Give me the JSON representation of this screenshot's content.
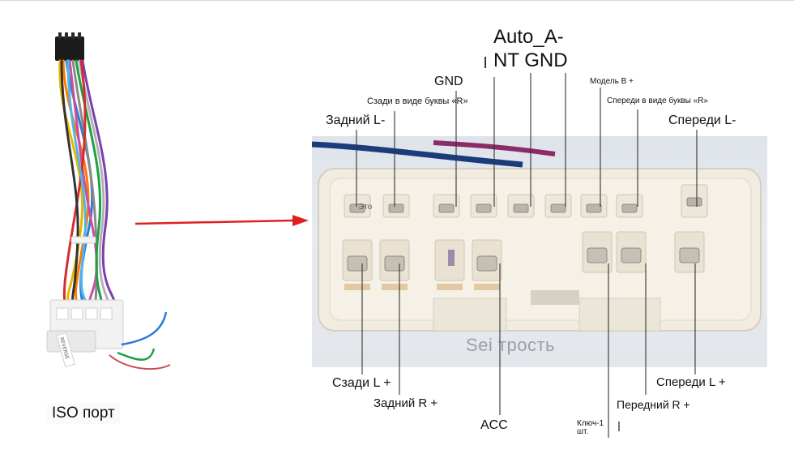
{
  "harness": {
    "caption": "ISO порт",
    "tag_text": "REVERSE"
  },
  "watermark": "Sei трость",
  "pin_note": "Это",
  "labels": {
    "auto_ant_line1": "Auto_A-",
    "auto_ant_line2": "NT GND",
    "gnd": "GND",
    "model_b": "Модель B +",
    "rear_r_shape": "Сзади в виде буквы «R»",
    "front_r_shape": "Спереди в виде буквы «R»",
    "rear_l_minus": "Задний L-",
    "front_l_minus": "Спереди L-",
    "rear_l_plus": "Сзади L +",
    "rear_r_plus": "Задний R +",
    "acc": "ACC",
    "key_line1": "Ключ-1",
    "key_line2": "шт.",
    "front_r_plus": "Передний R +",
    "front_l_plus": "Спереди L +"
  },
  "colors": {
    "arrow": "#e02020",
    "connector_body": "#f1ebe0",
    "callout_line": "#333333"
  }
}
